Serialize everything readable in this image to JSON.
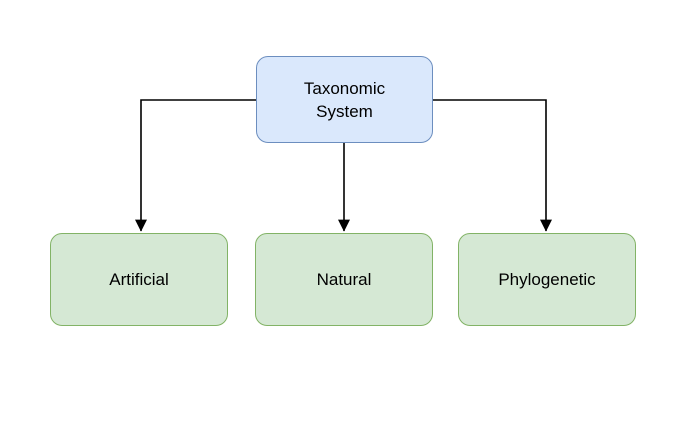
{
  "diagram": {
    "type": "tree",
    "background": "#ffffff",
    "edge_color": "#000000",
    "arrow_style": "solid-triangle",
    "root": {
      "id": "taxonomic-system",
      "label": "Taxonomic System",
      "fill": "#dae8fc",
      "stroke": "#6c8ebf",
      "text_color": "#000000"
    },
    "children": [
      {
        "id": "artificial",
        "label": "Artificial",
        "fill": "#d5e8d4",
        "stroke": "#82b366",
        "text_color": "#000000"
      },
      {
        "id": "natural",
        "label": "Natural",
        "fill": "#d5e8d4",
        "stroke": "#82b366",
        "text_color": "#000000"
      },
      {
        "id": "phylogenetic",
        "label": "Phylogenetic",
        "fill": "#d5e8d4",
        "stroke": "#82b366",
        "text_color": "#000000"
      }
    ]
  }
}
